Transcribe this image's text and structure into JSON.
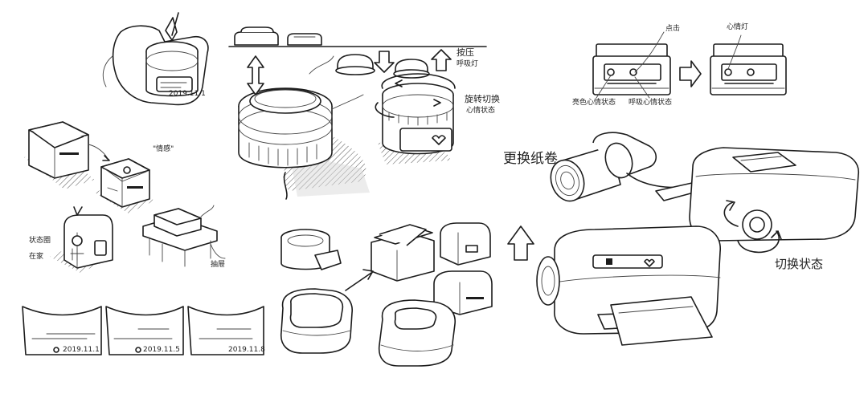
{
  "notes": {
    "press": "按压",
    "breathe": "呼吸灯",
    "rotate": "旋转切换",
    "mood_state": "心情状态",
    "feeling": "\"情感\"",
    "status_light": "状态圈",
    "home": "在家",
    "drawer": "抽屉",
    "mood_light": "心情灯",
    "point": "点击",
    "light_color": "亮色心情状态",
    "breath_state": "呼吸心情状态",
    "swap_roll": "更换纸卷",
    "switch_state": "切换状态",
    "receipt_dates": [
      "2019.11.1",
      "2019.11.5",
      "2019.11.8"
    ],
    "receipt_small_date": "2019.11.1"
  }
}
